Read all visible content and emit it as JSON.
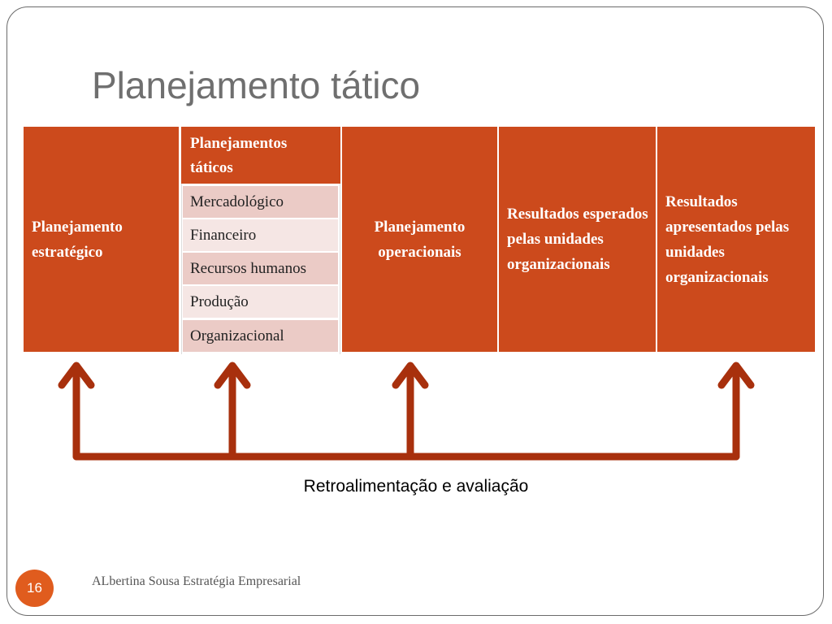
{
  "slide": {
    "title": "Planejamento tático",
    "caption": "Retroalimentação e avaliação",
    "page_number": "16",
    "footer": "ALbertina Sousa Estratégia Empresarial"
  },
  "blocks": {
    "strategic": "Planejamento estratégico",
    "tactical_header": "Planejamentos táticos",
    "operational": "Planejamento operacionais",
    "expected": "Resultados esperados pelas unidades organizacionais",
    "presented": "Resultados apresentados pelas unidades organizacionais"
  },
  "tactical_items": [
    "Mercadológico",
    "Financeiro",
    "Recursos humanos",
    "Produção",
    "Organizacional"
  ],
  "colors": {
    "block": "#cc4a1c",
    "arrow": "#a8300d",
    "page_badge": "#e05c1e",
    "row_dark": "#ebcbc6",
    "row_light": "#f5e6e4"
  }
}
